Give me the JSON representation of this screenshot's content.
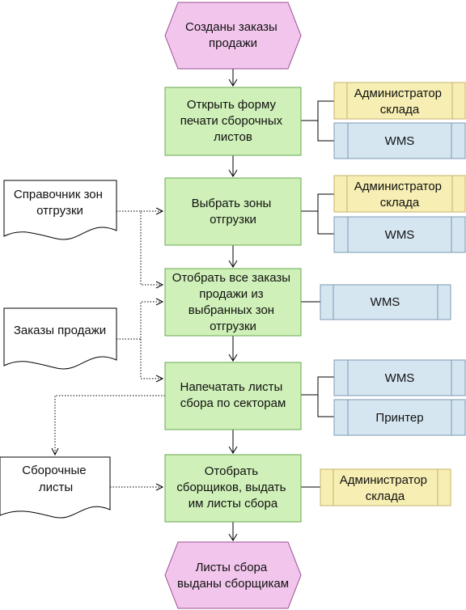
{
  "colors": {
    "event_fill": "#f2c6ec",
    "event_stroke": "#9b4d93",
    "function_fill": "#cff0b8",
    "function_stroke": "#6aa84f",
    "role_fill": "#f6eeb2",
    "role_stroke": "#c7b36e",
    "system_fill": "#d6e6f1",
    "system_stroke": "#7a98b2",
    "document_fill": "#ffffff",
    "document_stroke": "#000000"
  },
  "events": {
    "start": [
      "Созданы заказы",
      "продажи"
    ],
    "end": [
      "Листы сбора",
      "выданы сборщикам"
    ]
  },
  "functions": {
    "open_form": [
      "Открыть форму",
      "печати сборочных",
      "листов"
    ],
    "select_zones": [
      "Выбрать зоны",
      "отгрузки"
    ],
    "filter_orders": [
      "Отобрать все заказы",
      "продажи из",
      "выбранных зон",
      "отгрузки"
    ],
    "print_sheets": [
      "Напечатать листы",
      "сбора по секторам"
    ],
    "assign_pickers": [
      "Отобрать",
      "сборщиков, выдать",
      "им листы сбора"
    ]
  },
  "roles": {
    "admin_1": [
      "Администратор",
      "склада"
    ],
    "admin_2": [
      "Администратор",
      "склада"
    ],
    "admin_3": [
      "Администратор",
      "склада"
    ]
  },
  "systems": {
    "wms_1": "WMS",
    "wms_2": "WMS",
    "wms_3": "WMS",
    "wms_4": "WMS",
    "printer": "Принтер"
  },
  "documents": {
    "zones_directory": [
      "Справочник зон",
      "отгрузки"
    ],
    "sales_orders": "Заказы продажи",
    "pick_sheets": [
      "Сборочные",
      "листы"
    ]
  }
}
